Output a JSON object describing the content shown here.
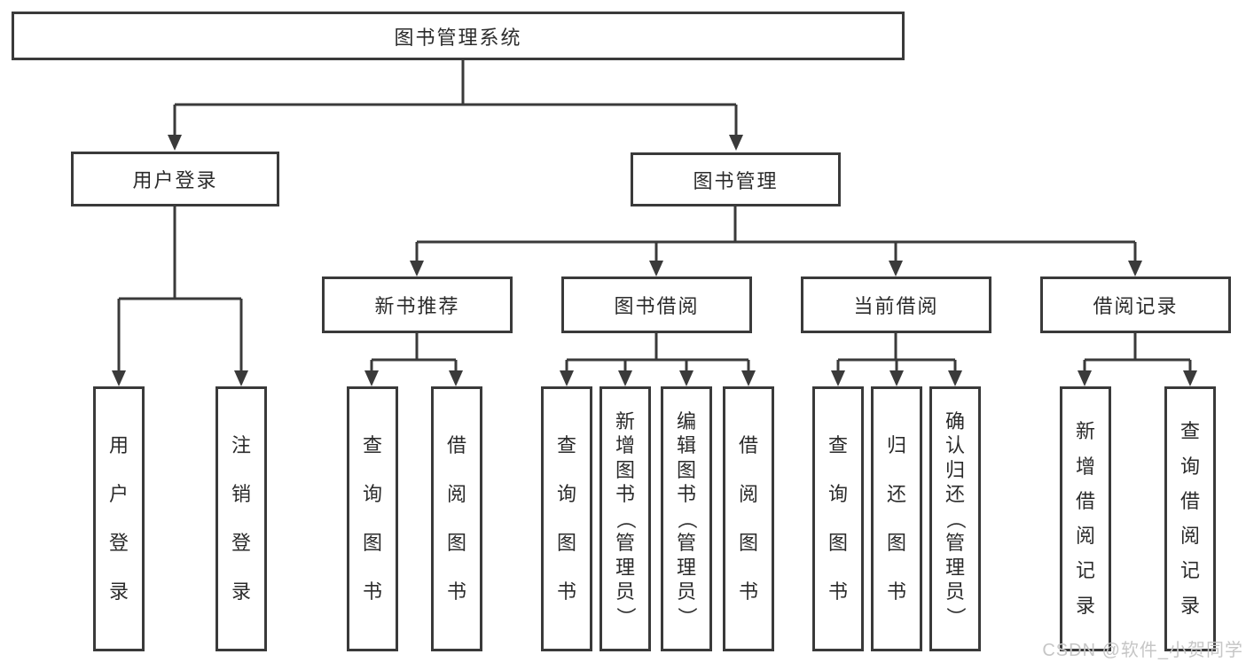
{
  "diagram": {
    "title": "图书管理系统",
    "branches": [
      {
        "label": "用户登录",
        "children": [
          {
            "label": "用户登录"
          },
          {
            "label": "注销登录"
          }
        ]
      },
      {
        "label": "图书管理",
        "children": [
          {
            "label": "新书推荐",
            "children": [
              {
                "label": "查询图书"
              },
              {
                "label": "借阅图书"
              }
            ]
          },
          {
            "label": "图书借阅",
            "children": [
              {
                "label": "查询图书"
              },
              {
                "label": "新增图书（管理员）"
              },
              {
                "label": "编辑图书（管理员）"
              },
              {
                "label": "借阅图书"
              }
            ]
          },
          {
            "label": "当前借阅",
            "children": [
              {
                "label": "查询图书"
              },
              {
                "label": "归还图书"
              },
              {
                "label": "确认归还（管理员）"
              }
            ]
          },
          {
            "label": "借阅记录",
            "children": [
              {
                "label": "新增借阅记录"
              },
              {
                "label": "查询借阅记录"
              }
            ]
          }
        ]
      }
    ]
  },
  "watermark": {
    "text": "CSDN @软件_小贺同学"
  },
  "colors": {
    "line": "#3a3a3a",
    "text": "#2b2b2b",
    "watermark": "#c6c6c6"
  }
}
